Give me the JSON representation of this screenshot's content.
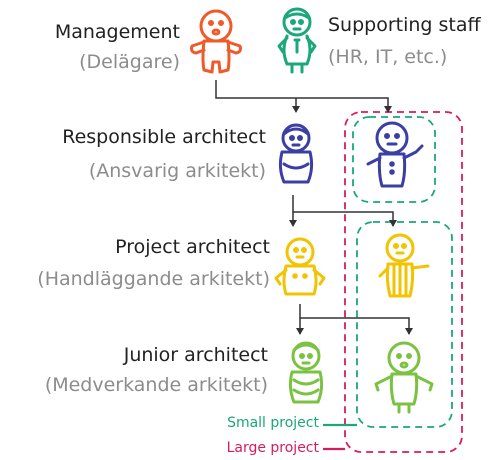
{
  "colors": {
    "management": "#f05a28",
    "staff": "#1aa77a",
    "responsible": "#3b3fa3",
    "project": "#f2c300",
    "junior": "#7cc242",
    "small_project": "#1aa77a",
    "large_project": "#d81b60",
    "text_main": "#222222",
    "text_sub": "#8c8c8c",
    "arrow": "#333333"
  },
  "roles": {
    "management": {
      "title": "Management",
      "subtitle": "(Delägare)",
      "icon": "person-doodle-icon"
    },
    "staff": {
      "title": "Supporting staff",
      "subtitle": "(HR, IT, etc.)",
      "icon": "person-doodle-icon"
    },
    "responsible": {
      "title": "Responsible architect",
      "subtitle": "(Ansvarig arkitekt)",
      "icon": "person-doodle-icon"
    },
    "project": {
      "title": "Project architect",
      "subtitle": "(Handläggande arkitekt)",
      "icon": "person-doodle-icon"
    },
    "junior": {
      "title": "Junior architect",
      "subtitle": "(Medverkande arkitekt)",
      "icon": "person-doodle-icon"
    }
  },
  "legend": {
    "small": "Small project",
    "large": "Large project"
  }
}
